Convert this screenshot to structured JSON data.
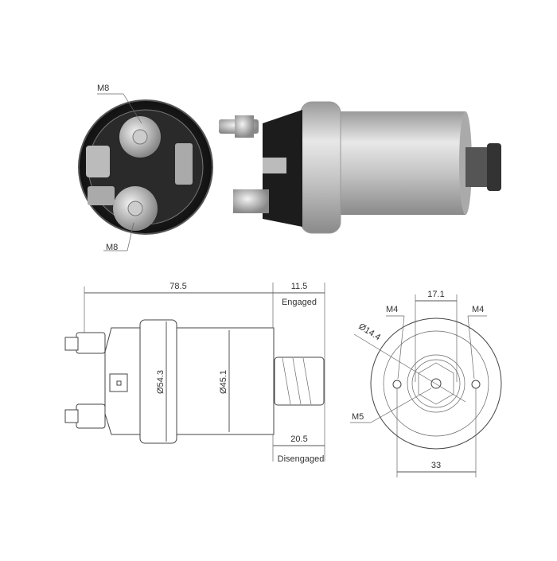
{
  "photo_labels": {
    "top_terminal": "M8",
    "bottom_terminal": "M8"
  },
  "side_view": {
    "overall_length": "78.5",
    "stroke_engaged": "11.5",
    "engaged_label": "Engaged",
    "stroke_disengaged": "20.5",
    "disengaged_label": "Disengaged",
    "flange_diameter": "Ø54.3",
    "body_diameter": "Ø45.1"
  },
  "end_view": {
    "hole_spacing_inner": "17.1",
    "left_thread": "M4",
    "right_thread": "M4",
    "center_diameter": "Ø14.4",
    "center_thread": "M5",
    "hole_spacing_outer": "33"
  },
  "colors": {
    "body_metal": "#c8c8c8",
    "cap_black": "#1e1e1e",
    "line": "#555555"
  }
}
